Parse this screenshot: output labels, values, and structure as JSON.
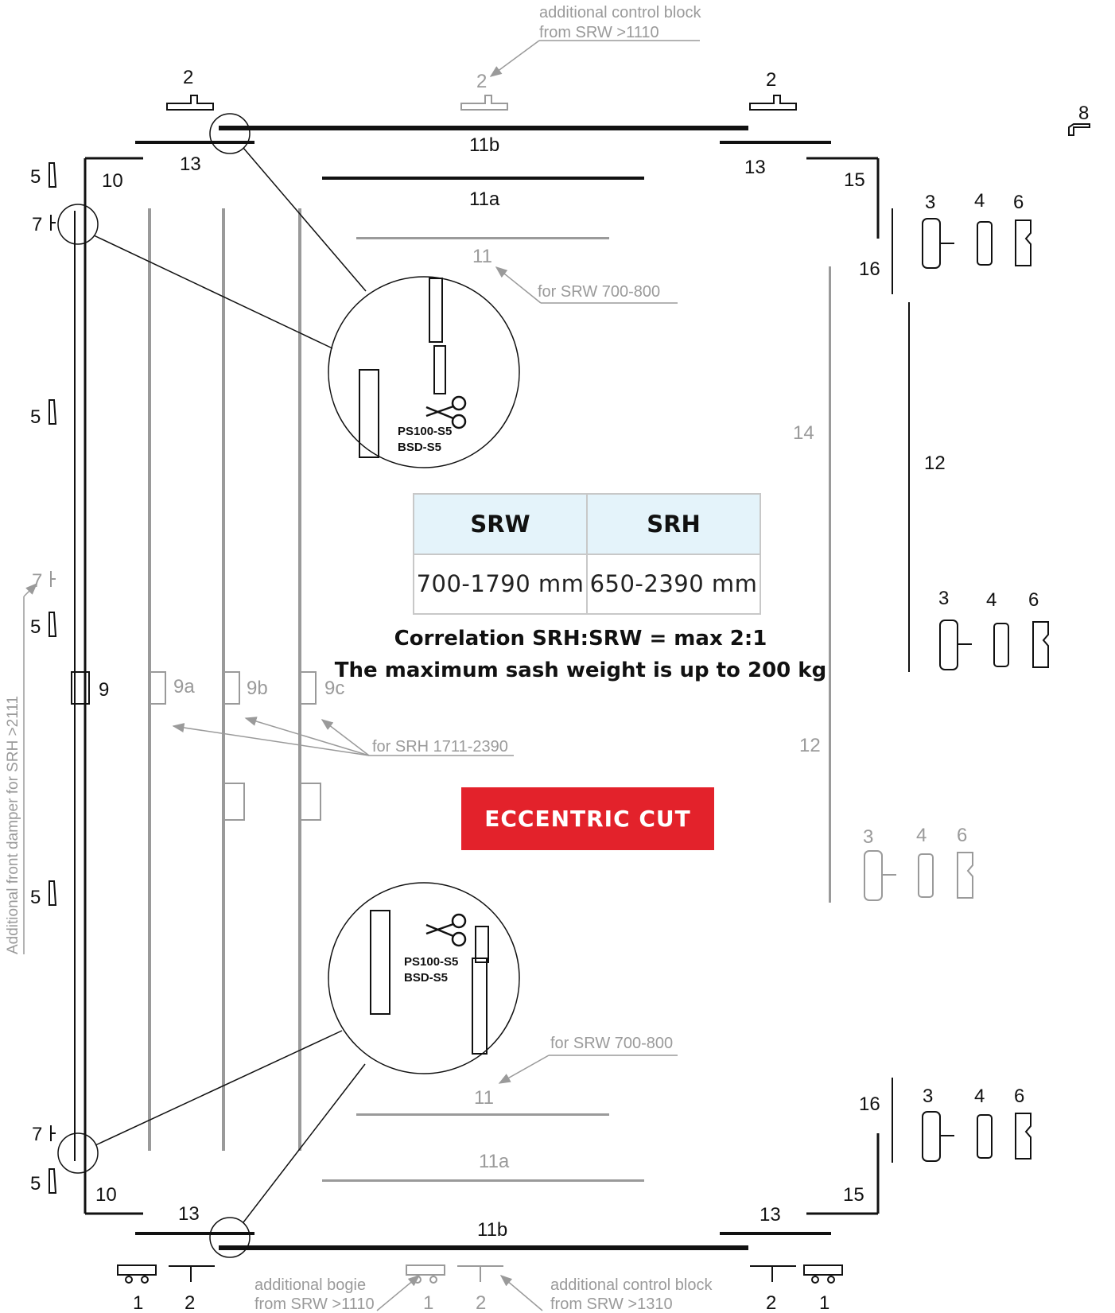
{
  "labels": {
    "top_control_block_note": [
      "additional control block",
      "from SRW >1110"
    ],
    "part_2": "2",
    "part_8": "8",
    "part_11b": "11b",
    "part_13": "13",
    "part_5": "5",
    "part_10": "10",
    "part_15": "15",
    "part_11a": "11a",
    "part_3": "3",
    "part_4": "4",
    "part_6": "6",
    "part_7": "7",
    "part_11": "11",
    "part_16": "16",
    "for_srw_700_800": "for SRW 700-800",
    "part_14": "14",
    "part_12": "12",
    "part_9": "9",
    "part_9a": "9a",
    "part_9b": "9b",
    "part_9c": "9c",
    "for_srh_1711_2390": "for SRH 1711-2390",
    "part_1": "1",
    "bottom_bogie_note": [
      "additional bogie",
      "from SRW >1110"
    ],
    "bottom_control_block_note": [
      "additional control block",
      "from SRW >1310"
    ],
    "side_damper_note": "Additional front damper for SRH >2111",
    "detail_parts": [
      "PS100-S5",
      "BSD-S5"
    ]
  },
  "table": {
    "headers": [
      "SRW",
      "SRH"
    ],
    "values": [
      "700-1790 mm",
      "650-2390 mm"
    ]
  },
  "notes": {
    "correlation": "Correlation SRH:SRW = max 2:1",
    "max_weight": "The maximum sash weight is up to 200 kg"
  },
  "button": {
    "label": "ECCENTRIC CUT"
  },
  "colors": {
    "accent": "#e3222b",
    "table_header": "#e4f3fa",
    "primary_part": "#111111",
    "optional_part": "#9a9a9a"
  }
}
